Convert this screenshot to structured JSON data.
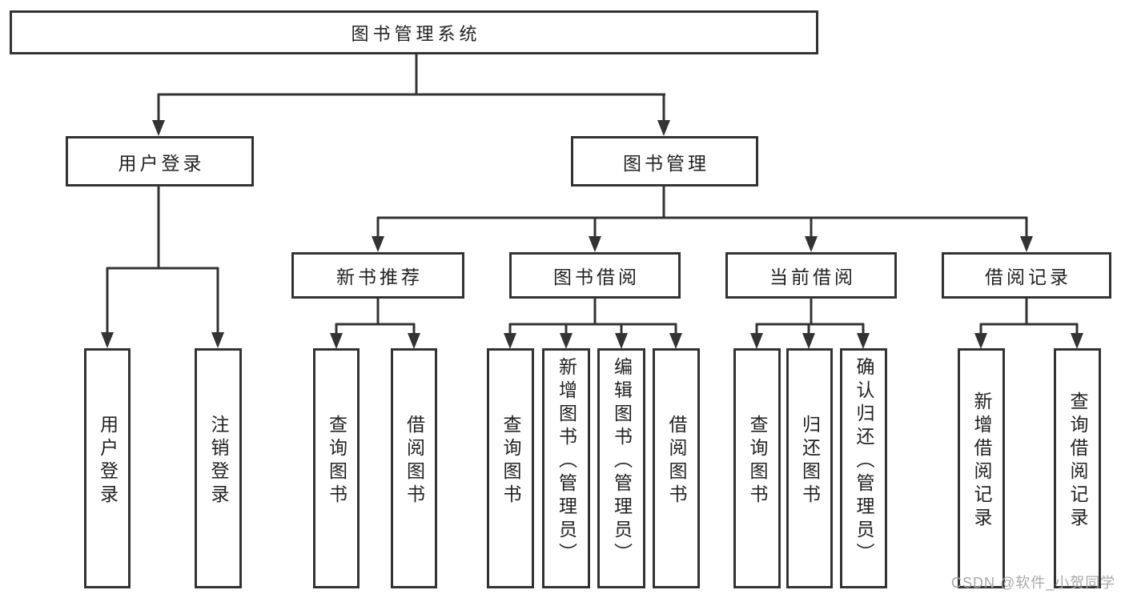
{
  "diagram": {
    "nodes": {
      "root": "图书管理系统",
      "user_login": "用户登录",
      "book_mgmt": "图书管理",
      "new_book_rec": "新书推荐",
      "book_borrow": "图书借阅",
      "current_borrow": "当前借阅",
      "borrow_record": "借阅记录",
      "leaf_user_login": "用户登录",
      "leaf_logout": "注销登录",
      "leaf_query_book_1": "查询图书",
      "leaf_borrow_book_1": "借阅图书",
      "leaf_query_book_2": "查询图书",
      "leaf_add_book": "新增图书（管理员）",
      "leaf_edit_book": "编辑图书（管理员）",
      "leaf_borrow_book_2": "借阅图书",
      "leaf_query_book_3": "查询图书",
      "leaf_return_book": "归还图书",
      "leaf_confirm_return": "确认归还（管理员）",
      "leaf_add_record": "新增借阅记录",
      "leaf_query_record": "查询借阅记录"
    },
    "colors": {
      "line": "#333333",
      "box_border": "#333333",
      "text": "#222222",
      "background": "#ffffff",
      "watermark": "#a8a8a8"
    }
  },
  "watermark": {
    "text": "CSDN @软件_小贺同学"
  }
}
